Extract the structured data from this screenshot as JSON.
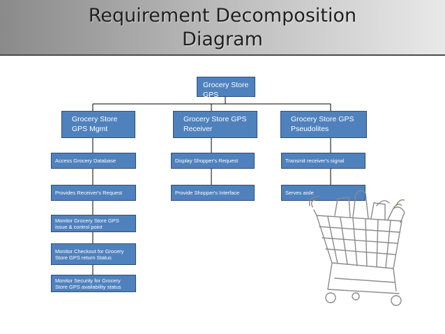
{
  "title": {
    "line1": "Requirement Decomposition",
    "line2": "Diagram"
  },
  "root": {
    "label": "Grocery Store GPS"
  },
  "branches": [
    {
      "label": "Grocery Store GPS Mgmt",
      "children": [
        "Access Grocery Database",
        "Provides Receiver's Request",
        "Monitor Grocery Store GPS issue & control point",
        "Monitor Checkout for Grocery Store GPS return Status",
        "Monitor Security for Grocery Store GPS availability status"
      ]
    },
    {
      "label": "Grocery Store GPS Receiver",
      "children": [
        "Display Shopper's Request",
        "Provide Shopper's Interface"
      ]
    },
    {
      "label": "Grocery Store GPS Pseudolites",
      "children": [
        "Transmit receiver's signal",
        "Serves aisle"
      ]
    }
  ],
  "colors": {
    "box_fill": "#4f81bd",
    "box_border": "#2f4f77",
    "box_text": "#ffffff",
    "connector": "#000000"
  },
  "decoration": {
    "image": "shopping-cart-sketch"
  }
}
